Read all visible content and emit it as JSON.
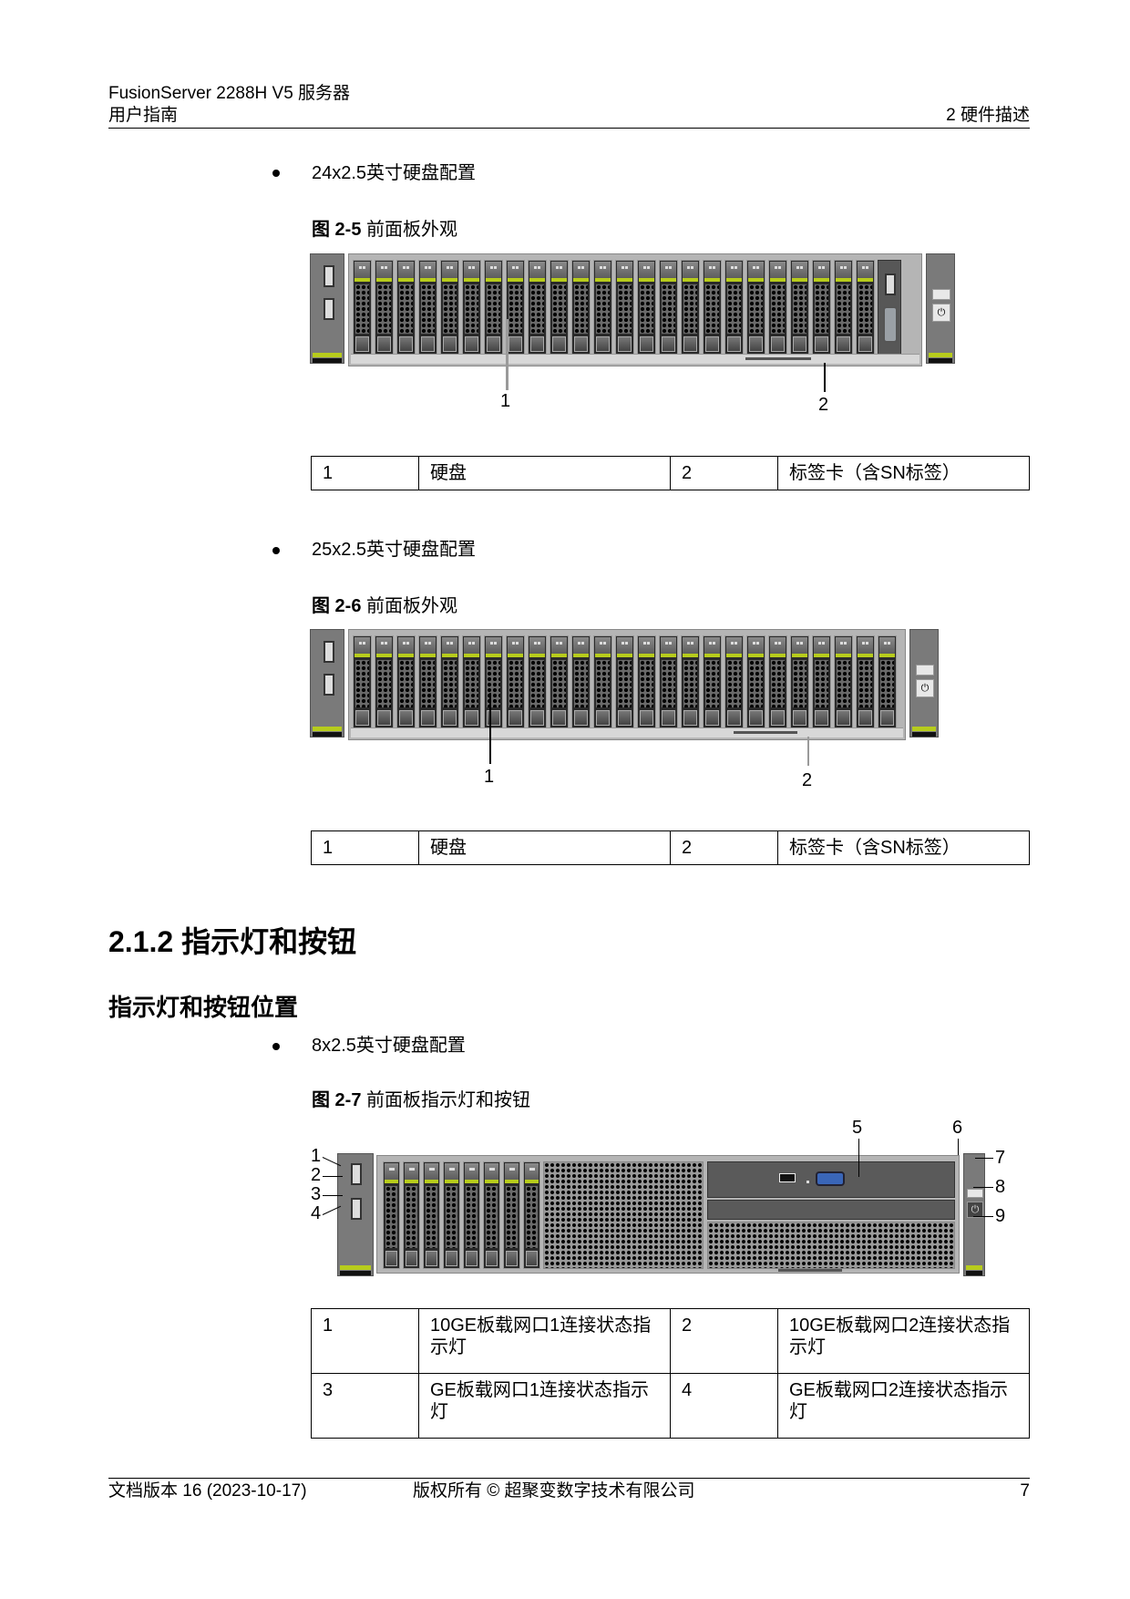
{
  "header": {
    "product": "FusionServer 2288H V5 服务器",
    "doc_type": "用户指南",
    "chapter": "2 硬件描述"
  },
  "sections": [
    {
      "bullet": "24x2.5英寸硬盘配置",
      "figure": {
        "number": "图 2-5",
        "title": "前面板外观",
        "callouts": [
          "1",
          "2"
        ],
        "disk_count": 24
      },
      "legend": [
        {
          "num": "1",
          "desc": "硬盘"
        },
        {
          "num": "2",
          "desc": "标签卡（含SN标签）"
        }
      ]
    },
    {
      "bullet": "25x2.5英寸硬盘配置",
      "figure": {
        "number": "图 2-6",
        "title": "前面板外观",
        "callouts": [
          "1",
          "2"
        ],
        "disk_count": 25
      },
      "legend": [
        {
          "num": "1",
          "desc": "硬盘"
        },
        {
          "num": "2",
          "desc": "标签卡（含SN标签）"
        }
      ]
    }
  ],
  "heading_h2": "2.1.2 指示灯和按钮",
  "heading_h3": "指示灯和按钮位置",
  "section3": {
    "bullet": "8x2.5英寸硬盘配置",
    "figure": {
      "number": "图 2-7",
      "title": "前面板指示灯和按钮",
      "callouts": [
        "1",
        "2",
        "3",
        "4",
        "5",
        "6",
        "7",
        "8",
        "9"
      ],
      "disk_count": 8
    },
    "legend": [
      [
        {
          "num": "1",
          "desc": "10GE板载网口1连接状态指示灯"
        },
        {
          "num": "2",
          "desc": "10GE板载网口2连接状态指示灯"
        }
      ],
      [
        {
          "num": "3",
          "desc": "GE板载网口1连接状态指示灯"
        },
        {
          "num": "4",
          "desc": "GE板载网口2连接状态指示灯"
        }
      ]
    ]
  },
  "footer": {
    "version": "文档版本 16 (2023-10-17)",
    "copyright": "版权所有 © 超聚变数字技术有限公司",
    "page": "7"
  },
  "colors": {
    "led_green": "#b7cc1c",
    "vga_blue": "#3a66b8",
    "chassis_gray": "#b5b5b5"
  }
}
